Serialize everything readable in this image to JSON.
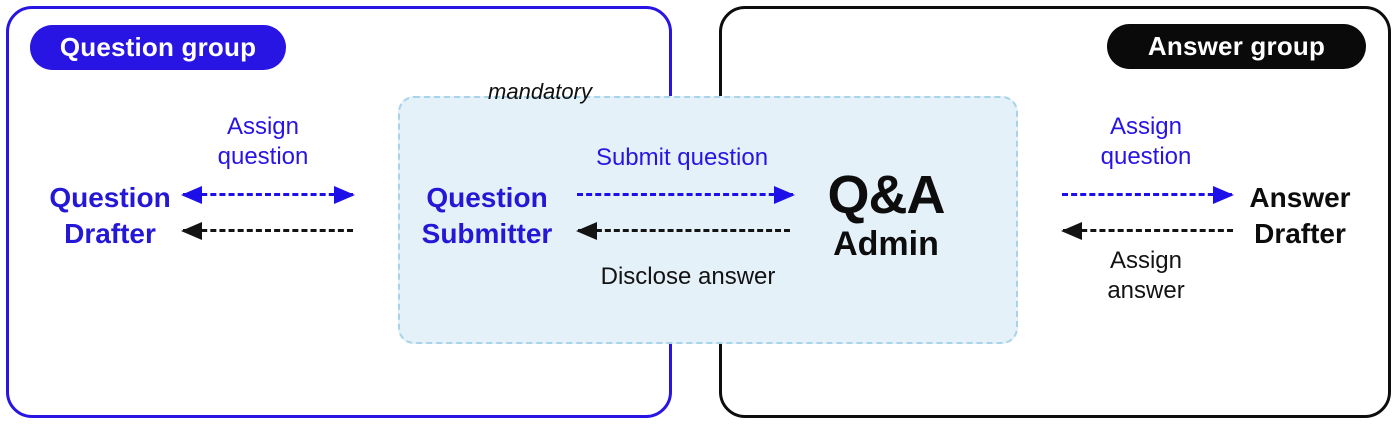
{
  "colors": {
    "accent_blue": "#2814e3",
    "black": "#0d0d0d",
    "mandatory_box_bg": "#e5f1f9",
    "mandatory_box_border": "#a8d3e8"
  },
  "question_group": {
    "badge": "Question group",
    "actor": {
      "line1": "Question",
      "line2": "Drafter"
    },
    "assign_label": {
      "line1": "Assign",
      "line2": "question"
    }
  },
  "mandatory_box": {
    "label": "mandatory",
    "actor": {
      "line1": "Question",
      "line2": "Submitter"
    },
    "submit_label": "Submit question",
    "disclose_label": "Disclose answer",
    "admin": {
      "line1": "Q&A",
      "line2": "Admin"
    }
  },
  "answer_group": {
    "badge": "Answer group",
    "actor": {
      "line1": "Answer",
      "line2": "Drafter"
    },
    "assign_question_label": {
      "line1": "Assign",
      "line2": "question"
    },
    "assign_answer_label": {
      "line1": "Assign",
      "line2": "answer"
    }
  }
}
